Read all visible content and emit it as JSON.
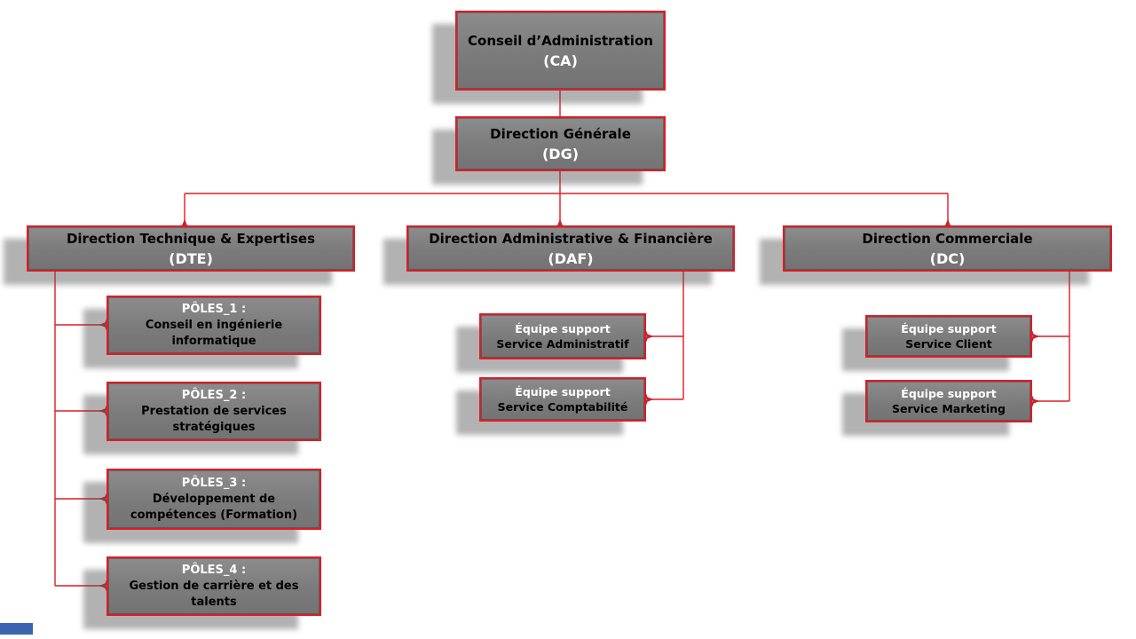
{
  "diagram": {
    "type": "org-chart",
    "colors": {
      "accent_red": "#e01b24",
      "box_fill": "#7f7f7f",
      "shadow_gray": "#8c8c8c",
      "decoration_blue": "#3a64ad",
      "title_text": "#000000",
      "abbr_text": "#ffffff"
    },
    "nodes": {
      "ca": {
        "title": "Conseil d’Administration",
        "abbr": "(CA)"
      },
      "dg": {
        "title": "Direction Générale",
        "abbr": "(DG)"
      },
      "dte": {
        "title": "Direction Technique & Expertises",
        "abbr": "(DTE)"
      },
      "daf": {
        "title": "Direction Administrative & Financière",
        "abbr": "(DAF)"
      },
      "dc": {
        "title": "Direction Commerciale",
        "abbr": "(DC)"
      },
      "pole1": {
        "title": "PÔLES_1 :",
        "subtitle": "Conseil en ingénierie informatique"
      },
      "pole2": {
        "title": "PÔLES_2 :",
        "subtitle": "Prestation de services stratégiques"
      },
      "pole3": {
        "title": "PÔLES_3 :",
        "subtitle": "Développement de compétences  (Formation)"
      },
      "pole4": {
        "title": "PÔLES_4 :",
        "subtitle": "Gestion de carrière et des talents"
      },
      "daf_team1": {
        "title": "Équipe support",
        "subtitle": "Service Administratif"
      },
      "daf_team2": {
        "title": "Équipe support",
        "subtitle": "Service Comptabilité"
      },
      "dc_team1": {
        "title": "Équipe support",
        "subtitle": "Service Client"
      },
      "dc_team2": {
        "title": "Équipe support",
        "subtitle": "Service Marketing"
      }
    },
    "hierarchy": [
      {
        "parent": "ca",
        "children": [
          "dg"
        ]
      },
      {
        "parent": "dg",
        "children": [
          "dte",
          "daf",
          "dc"
        ]
      },
      {
        "parent": "dte",
        "children": [
          "pole1",
          "pole2",
          "pole3",
          "pole4"
        ]
      },
      {
        "parent": "daf",
        "children": [
          "daf_team1",
          "daf_team2"
        ]
      },
      {
        "parent": "dc",
        "children": [
          "dc_team1",
          "dc_team2"
        ]
      }
    ]
  }
}
